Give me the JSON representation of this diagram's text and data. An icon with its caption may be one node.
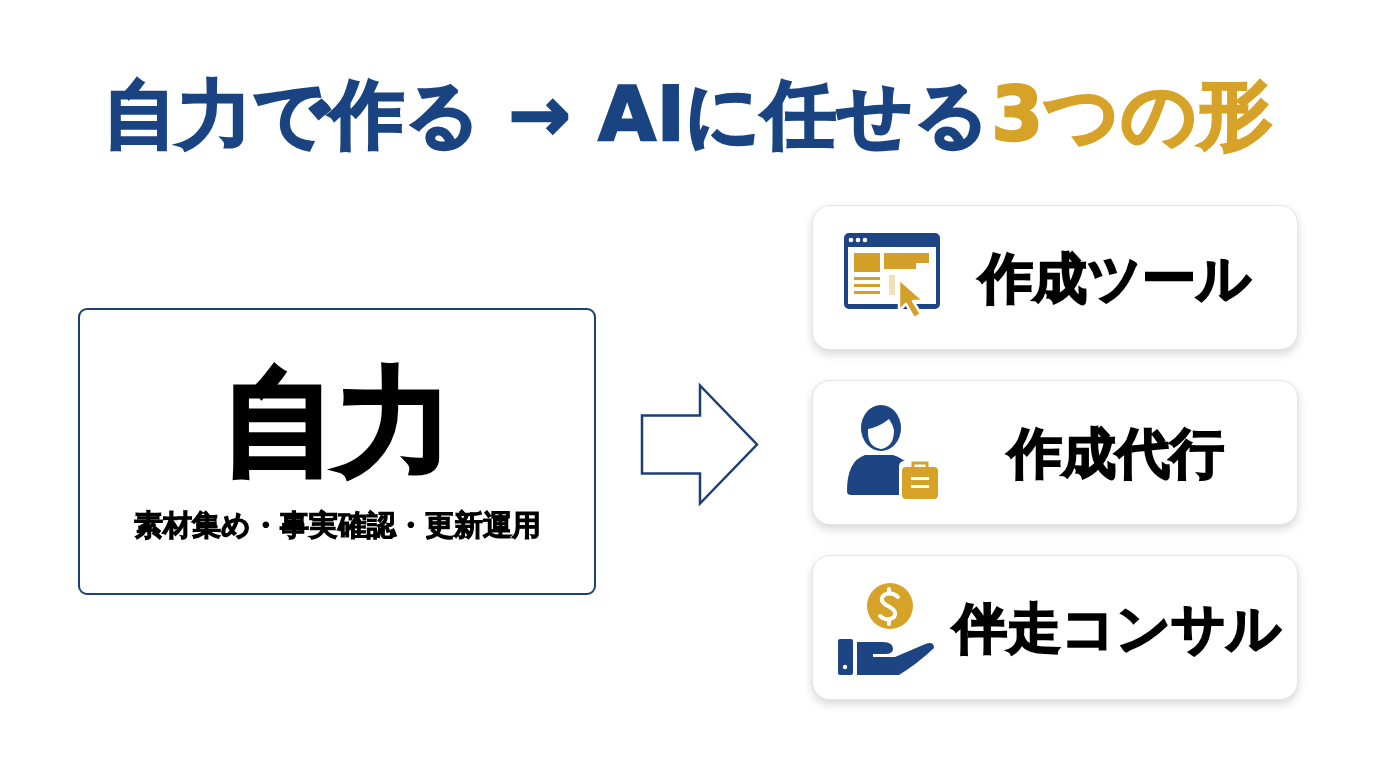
{
  "diagram": {
    "title": "自力で作る → AIに任せる**3つの形**",
    "nodes": [
      {
        "text": [
          "自力",
          "素材集め・事実確認・更新運用"
        ]
      },
      {
        "text": [
          "作成ツール"
        ]
      },
      {
        "text": [
          "作成代行"
        ]
      },
      {
        "text": [
          "伴走コンサル"
        ]
      }
    ],
    "edges": [
      {
        "from": 0,
        "to": 1,
        "arrow": "to"
      },
      {
        "from": 0,
        "to": 2,
        "arrow": "to"
      },
      {
        "from": 0,
        "to": 3,
        "arrow": "to"
      }
    ]
  }
}
